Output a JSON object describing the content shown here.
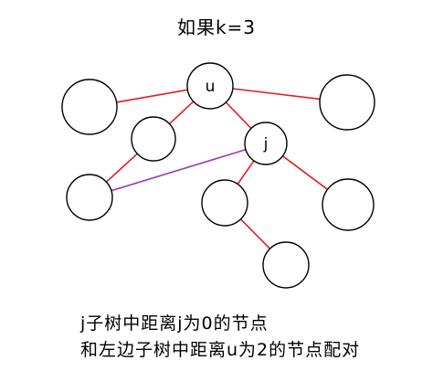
{
  "title": "如果k=3",
  "nodes": [
    {
      "id": "u",
      "label": "u"
    },
    {
      "id": "left-leaf",
      "label": ""
    },
    {
      "id": "right-leaf",
      "label": ""
    },
    {
      "id": "a",
      "label": ""
    },
    {
      "id": "j",
      "label": "j"
    },
    {
      "id": "b",
      "label": ""
    },
    {
      "id": "c",
      "label": ""
    },
    {
      "id": "d",
      "label": ""
    },
    {
      "id": "e",
      "label": ""
    }
  ],
  "edges": [
    {
      "from": "u",
      "to": "left-leaf",
      "color": "#e02020"
    },
    {
      "from": "u",
      "to": "right-leaf",
      "color": "#e02020"
    },
    {
      "from": "u",
      "to": "a",
      "color": "#e02020"
    },
    {
      "from": "u",
      "to": "j",
      "color": "#e02020"
    },
    {
      "from": "a",
      "to": "b",
      "color": "#e02020"
    },
    {
      "from": "j",
      "to": "c",
      "color": "#e02020"
    },
    {
      "from": "j",
      "to": "d",
      "color": "#e02020"
    },
    {
      "from": "c",
      "to": "e",
      "color": "#e02020"
    },
    {
      "from": "j",
      "to": "b",
      "color": "#9b3fb3"
    }
  ],
  "caption_lines": [
    "j子树中距离j为0的节点",
    "和左边子树中距离u为2的节点配对"
  ]
}
